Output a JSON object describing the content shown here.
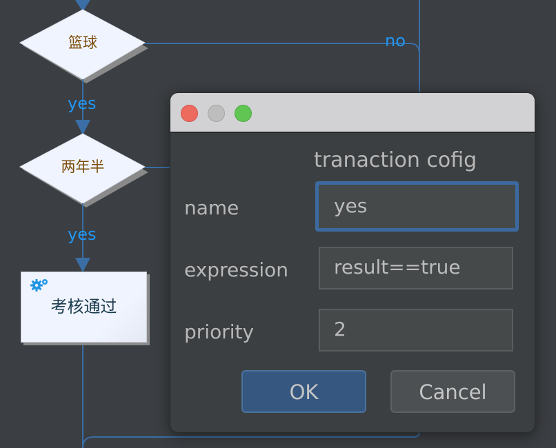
{
  "flowchart": {
    "nodes": [
      {
        "id": "decision-1",
        "type": "decision",
        "label": "篮球"
      },
      {
        "id": "decision-2",
        "type": "decision",
        "label": "两年半"
      },
      {
        "id": "task-1",
        "type": "task",
        "label": "考核通过",
        "icon": "gear-icon"
      }
    ],
    "edges": [
      {
        "from": "decision-1",
        "to": "decision-2",
        "label": "yes"
      },
      {
        "from": "decision-2",
        "to": "task-1",
        "label": "yes"
      },
      {
        "from": "decision-1",
        "label": "no"
      }
    ],
    "line_color": "#3a6ea5",
    "edge_label_color": "#2196f3"
  },
  "dialog": {
    "heading": "tranaction cofig",
    "fields": [
      {
        "label": "name",
        "value": "yes",
        "focused": true
      },
      {
        "label": "expression",
        "value": "result==true"
      },
      {
        "label": "priority",
        "value": "2"
      }
    ],
    "buttons": {
      "ok": "OK",
      "cancel": "Cancel"
    }
  }
}
